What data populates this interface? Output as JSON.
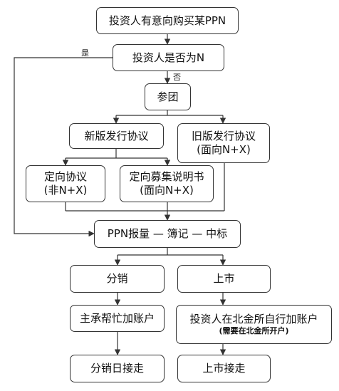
{
  "nodes": {
    "intent": "投资人有意向购买某PPN",
    "is_n": "投资人是否为N",
    "join": "参团",
    "new_version": "新版发行协议",
    "old_version_l1": "旧版发行协议",
    "old_version_l2": "(面向N+X)",
    "directed_l1": "定向协议",
    "directed_l2": "(非N+X)",
    "prospectus_l1": "定向募集说明书",
    "prospectus_l2": "(面向N+X)",
    "process": "PPN报量 — 簿记 — 中标",
    "distribution": "分销",
    "listing": "上市",
    "underwriter_account": "主承帮忙加账户",
    "investor_account": "投资人在北金所自行加账户",
    "investor_account_note": "(需要在北金所开户)",
    "dist_settle": "分销日接走",
    "list_settle": "上市接走"
  },
  "edge_labels": {
    "yes": "是",
    "no": "否"
  }
}
